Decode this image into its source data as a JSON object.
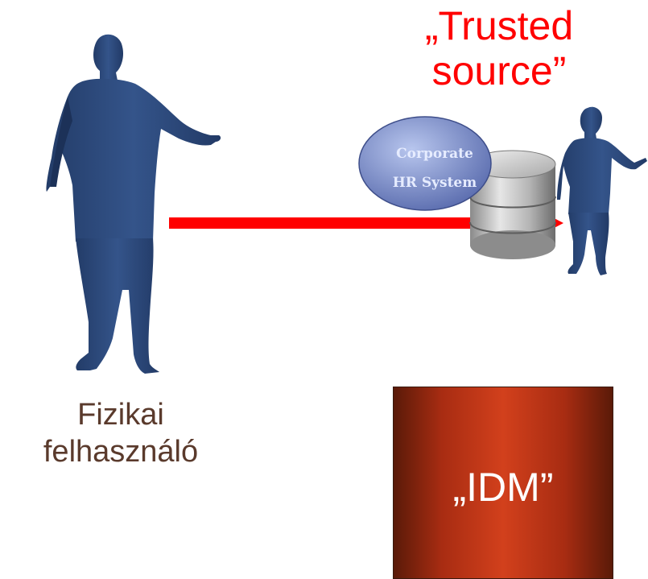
{
  "trusted_source": {
    "label": "„Trusted\nsource”"
  },
  "hr_system": {
    "line1": "Corporate",
    "line2": "HR System"
  },
  "physical_user": {
    "label": "Fizikai\nfelhasználó"
  },
  "idm": {
    "label": "„IDM”"
  },
  "colors": {
    "person": "#2d4a78",
    "person_dark": "#1c3158",
    "arrow": "#ff0000",
    "trusted_text": "#ff0000",
    "user_text": "#5a3a2c",
    "idm_light": "#d2401c",
    "idm_dark": "#5a1a08",
    "ellipse": "#7e90c8",
    "db_light": "#d8d8d8",
    "db_dark": "#6c6c6c"
  },
  "icons": {
    "left_person": "person-pointing-icon",
    "right_person": "person-standing-icon",
    "database": "database-icon"
  }
}
